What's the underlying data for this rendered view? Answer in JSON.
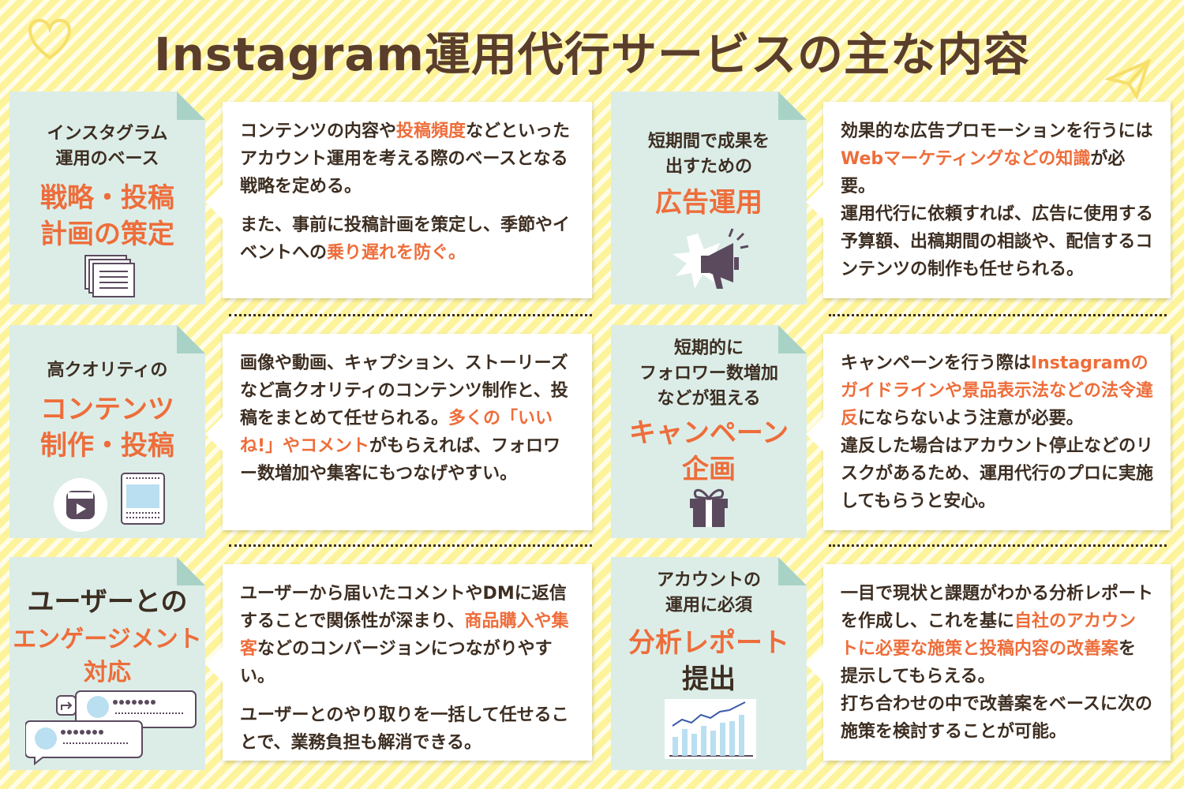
{
  "title": "Instagram運用代行サービスの主な内容",
  "colors": {
    "accent": "#ee6d3a",
    "text": "#3d2e22",
    "card": "#dcede8",
    "fold": "#a9d2c6",
    "background": "#fdf39a"
  },
  "items": [
    {
      "label_sub": "インスタグラム\n運用のベース",
      "label_main": "戦略・投稿\n計画の策定",
      "icon": "document-stack-icon",
      "desc": [
        [
          "コンテンツの内容や",
          {
            "hl": "投稿頻度"
          },
          "などといったアカウント運用を考える際のベースとなる戦略を定める。"
        ],
        [
          "また、事前に投稿計画を策定し、季節やイベントへの",
          {
            "hl": "乗り遅れを防ぐ。"
          }
        ]
      ]
    },
    {
      "label_sub": "短期間で成果を\n出すための",
      "label_main": "広告運用",
      "icon": "megaphone-icon",
      "desc": [
        [
          "効果的な広告プロモーションを行うには",
          {
            "hl": "Webマーケティングなどの知識"
          },
          "が必要。\n運用代行に依頼すれば、広告に使用する予算額、出稿期間の相談や、配信するコンテンツの制作も任せられる。"
        ]
      ]
    },
    {
      "label_sub": "高クオリティの",
      "label_main": "コンテンツ\n制作・投稿",
      "icon": "reels-icon",
      "desc": [
        [
          "画像や動画、キャプション、ストーリーズなど高クオリティのコンテンツ制作と、投稿をまとめて任せられる。",
          {
            "hl": "多くの「いいね!」やコメント"
          },
          "がもらえれば、フォロワー数増加や集客にもつなげやすい。"
        ]
      ]
    },
    {
      "label_sub": "短期的に\nフォロワー数増加\nなどが狙える",
      "label_main": "キャンペーン\n企画",
      "icon": "gift-icon",
      "desc": [
        [
          "キャンペーンを行う際は",
          {
            "hl": "Instagramのガイドラインや景品表示法などの法令違反"
          },
          "にならないよう注意が必要。\n違反した場合はアカウント停止などのリスクがあるため、運用代行のプロに実施してもらうと安心。"
        ]
      ]
    },
    {
      "label_sub": "",
      "label_main_dark": "ユーザーとの",
      "label_main": "エンゲージメント\n対応",
      "icon": "chat-bubbles-icon",
      "desc": [
        [
          "ユーザーから届いたコメントやDMに返信することで関係性が深まり、",
          {
            "hl": "商品購入や集客"
          },
          "などのコンバージョンにつながりやすい。"
        ],
        [
          "ユーザーとのやり取りを一括して任せることで、業務負担も解消できる。"
        ]
      ]
    },
    {
      "label_sub": "アカウントの\n運用に必須",
      "label_main": "分析レポート",
      "label_main_dark2": "提出",
      "icon": "bar-chart-icon",
      "desc": [
        [
          "一目で現状と課題がわかる分析レポートを作成し、これを基に",
          {
            "hl": "自社のアカウントに必要な施策と投稿内容の改善案"
          },
          "を提示してもらえる。\n打ち合わせの中で改善案をベースに次の施策を検討することが可能。"
        ]
      ]
    }
  ]
}
